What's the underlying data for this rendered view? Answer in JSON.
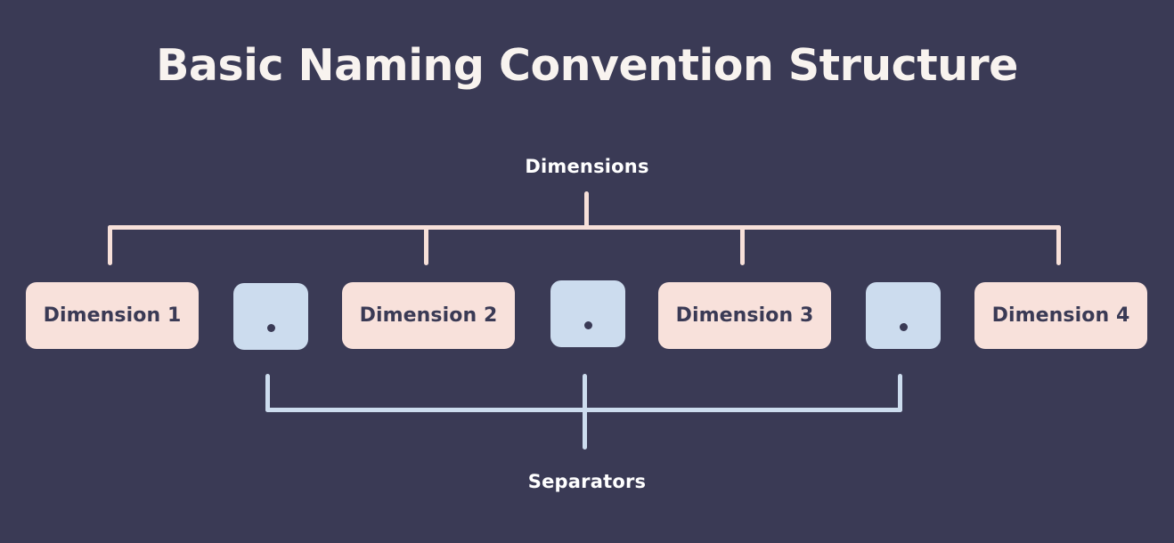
{
  "page": {
    "title": "Basic Naming Convention Structure",
    "background_color": "#3a3a55"
  },
  "colors": {
    "background": "#3a3a55",
    "title_text": "#f8f3ef",
    "dimension_box_fill": "#f8e1db",
    "dimension_box_text": "#3a3a55",
    "separator_box_fill": "#ccdcee",
    "separator_dot": "#3a3a55",
    "dimension_connector": "#f7e0d9",
    "separator_connector": "#ccdcee",
    "label_text": "#ffffff"
  },
  "groups": {
    "dimensions": {
      "label": "Dimensions",
      "connector_color": "#f7e0d9"
    },
    "separators": {
      "label": "Separators",
      "connector_color": "#ccdcee"
    }
  },
  "boxes": [
    {
      "kind": "dimension",
      "label": "Dimension 1"
    },
    {
      "kind": "separator",
      "label": "."
    },
    {
      "kind": "dimension",
      "label": "Dimension 2"
    },
    {
      "kind": "separator",
      "label": "."
    },
    {
      "kind": "dimension",
      "label": "Dimension 3"
    },
    {
      "kind": "separator",
      "label": "."
    },
    {
      "kind": "dimension",
      "label": "Dimension 4"
    }
  ]
}
